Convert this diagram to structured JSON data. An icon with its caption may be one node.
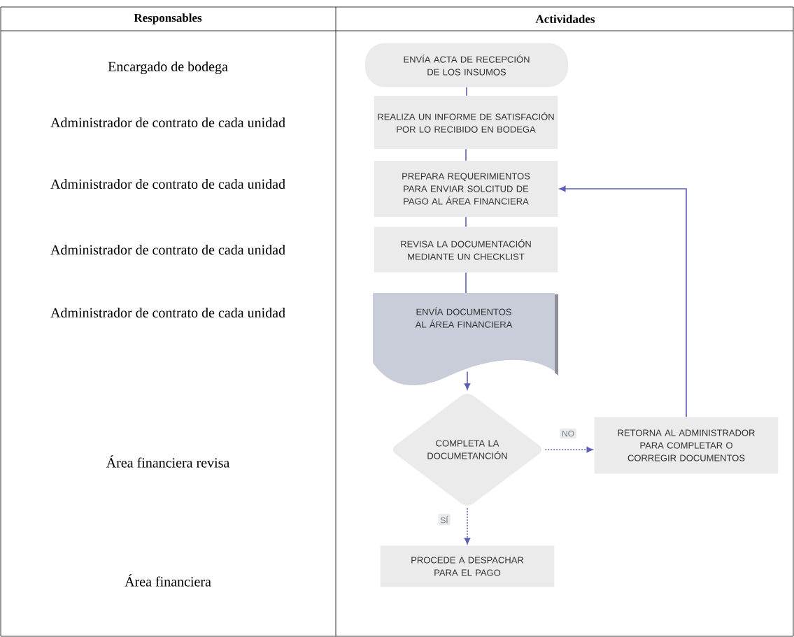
{
  "diagram": {
    "nodes": [
      {
        "text": [
          "ENVÍA ACTA DE RECEPCIÓN DE LOS INSUMOS"
        ]
      },
      {
        "text": [
          "REALIZA UN INFORME DE SATISFACIÓN POR LO RECIBIDO EN BODEGA"
        ]
      },
      {
        "text": [
          "PREPARA REQUERIMIENTOS PARA ENVIAR SOLCITUD DE PAGO AL ÁREA FINANCIERA"
        ]
      },
      {
        "text": [
          "REVISA LA DOCUMENTACIÓN MEDIANTE UN CHECKLIST"
        ]
      },
      {
        "text": [
          "ENVÍA DOCUMENTOS AL ÁREA FINANCIERA"
        ]
      },
      {
        "text": [
          "COMPLETA LA DOCUMETANCIÓN"
        ]
      },
      {
        "text": [
          "RETORNA AL ADMINISTRADOR PARA COMPLETAR O CORREGIR DOCUMENTOS"
        ]
      },
      {
        "text": [
          "PROCEDE A DESPACHAR PARA EL PAGO"
        ]
      }
    ],
    "edges": [
      {
        "from": 0,
        "to": 1,
        "arrow": "none"
      },
      {
        "from": 1,
        "to": 2,
        "arrow": "none"
      },
      {
        "from": 2,
        "to": 3,
        "arrow": "none"
      },
      {
        "from": 3,
        "to": 4,
        "arrow": "none"
      },
      {
        "from": 4,
        "to": 5,
        "arrow": "to"
      },
      {
        "from": 5,
        "to": 6,
        "arrow": "to",
        "label": "NO",
        "style": "dashed"
      },
      {
        "from": 6,
        "to": 2,
        "arrow": "to"
      },
      {
        "from": 5,
        "to": 7,
        "arrow": "to",
        "label": "SÍ",
        "style": "dashed"
      }
    ],
    "labels": [
      "Responsables",
      "Actividades",
      "Encargado de bodega",
      "Administrador de contrato de cada unidad",
      "Administrador de contrato de cada unidad",
      "Administrador de contrato de cada unidad",
      "Administrador de contrato de cada unidad",
      "Área financiera revisa",
      "Área financiera"
    ]
  }
}
